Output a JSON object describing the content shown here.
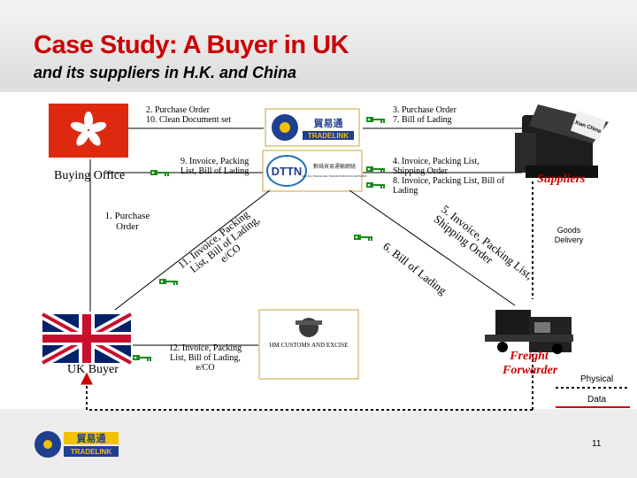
{
  "header": {
    "title": "Case Study: A Buyer in UK",
    "subtitle": "and its suppliers in H.K. and China"
  },
  "nodes": {
    "buying_office": "Buying Office",
    "uk_buyer": "UK Buyer",
    "suppliers": "Suppliers",
    "freight_forwarder_line1": "Freight",
    "freight_forwarder_line2": "Forwarder",
    "tradelink_logo_text": "TRADELINK",
    "tradelink_chinese": "貿易通",
    "dttn_logo_text": "DTTN",
    "dttn_chinese": "數碼貿易運輸網絡",
    "dttn_english": "DIGITAL TRADE AND TRANSPORTATION NETWORK",
    "customs_text": "HM CUSTOMS AND EXCISE",
    "supplier_sign": "Xian China"
  },
  "messages": {
    "m2_line1": "2. Purchase Order",
    "m2_line2": "10. Clean Document set",
    "m3_line1": "3. Purchase Order",
    "m3_line2": "7. Bill of Lading",
    "m9_line1": "9. Invoice, Packing",
    "m9_line2": "List, Bill of Lading",
    "m4_line1": "4. Invoice, Packing List,",
    "m4_line2": "Shipping Order",
    "m4_line3": "8. Invoice, Packing List, Bill of",
    "m4_line4": "Lading",
    "m1_line1": "1. Purchase",
    "m1_line2": "Order",
    "m11_line1": "11. Invoice, Packing",
    "m11_line2": "List, Bill of Lading,",
    "m11_line3": "e/CO",
    "m5_line1": "5. Invoice, Packing List,",
    "m5_line2": "Shipping Order",
    "m6_line1": "6. Bill of Lading",
    "m12_line1": "12. Invoice, Packing",
    "m12_line2": "List, Bill of Lading,",
    "m12_line3": "e/CO",
    "goods_line1": "Goods",
    "goods_line2": "Delivery"
  },
  "legend": {
    "physical": "Physical",
    "data": "Data"
  },
  "footer": {
    "page_number": "11",
    "logo_text": "TRADELINK",
    "logo_chinese": "貿易通"
  },
  "colors": {
    "title_red": "#cc0000",
    "key_green": "#1a8a1a",
    "arrow_red": "#cc0000",
    "tradelink_blue": "#1f3f8f",
    "tradelink_yellow": "#f2c200"
  }
}
